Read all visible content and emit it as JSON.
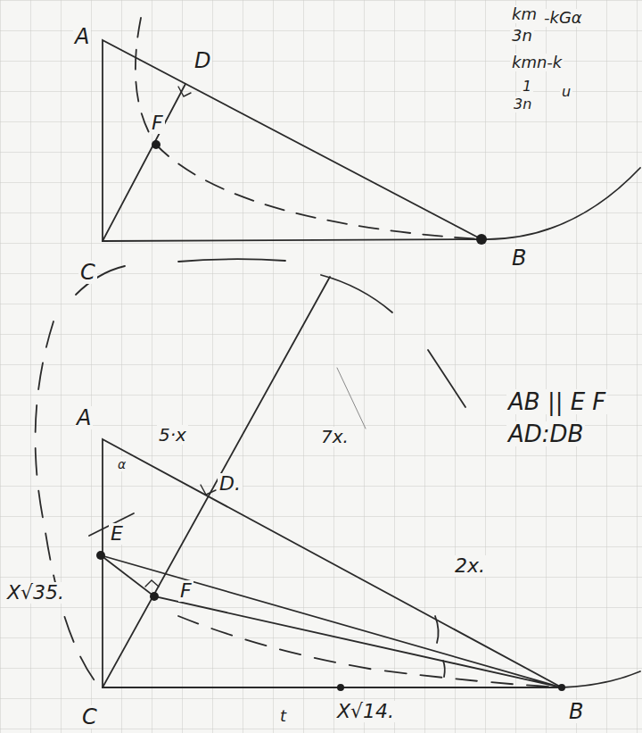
{
  "diagram": {
    "labels": [
      "A",
      "D",
      "F",
      "C",
      "B",
      "km",
      "3n",
      "-kGα",
      "kmn-k",
      "1",
      "3n",
      "u",
      "A",
      "α",
      "E",
      "D.",
      "F",
      "5·x",
      "7x.",
      "2x.",
      "X√35.",
      "C",
      "t",
      "X√14.",
      "B",
      "AB || E F",
      "AD:DB"
    ]
  }
}
